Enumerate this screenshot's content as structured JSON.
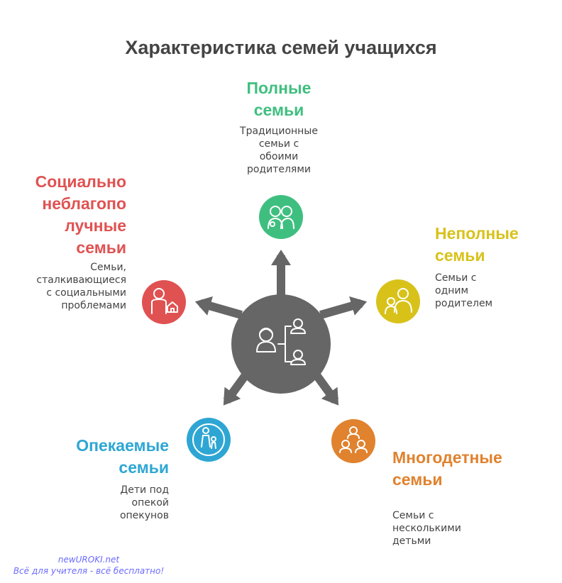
{
  "title": "Характеристика семей учащихся",
  "center": {
    "icon": "family-tree-icon"
  },
  "colors": {
    "center": "#666666",
    "full": "#3fbf7f",
    "incomplete": "#d8c21a",
    "social": "#e05252",
    "guardianship": "#2ea6d4",
    "large": "#e0822e"
  },
  "categories": {
    "full": {
      "title": [
        "Полные",
        "семьи"
      ],
      "desc": [
        "Традиционные",
        "семьи с",
        "обоими",
        "родителями"
      ],
      "icon": "couple-icon"
    },
    "incomplete": {
      "title": [
        "Неполные",
        "семьи"
      ],
      "desc": [
        "Семьи с",
        "одним",
        "родителем"
      ],
      "icon": "single-parent-icon"
    },
    "social": {
      "title": [
        "Социально",
        "неблагопо",
        "лучные",
        "семьи"
      ],
      "desc": [
        "Семьи,",
        "сталкивающиеся",
        "с социальными",
        "проблемами"
      ],
      "icon": "person-house-icon"
    },
    "guardianship": {
      "title": [
        "Опекаемые",
        "семьи"
      ],
      "desc": [
        "Дети под",
        "опекой",
        "опекунов"
      ],
      "icon": "guardian-child-icon"
    },
    "large": {
      "title": [
        "Многодетные",
        "семьи"
      ],
      "desc": [
        "Семьи с",
        "несколькими",
        "детьми"
      ],
      "icon": "many-children-icon"
    }
  },
  "watermark": [
    "newUROKI.net",
    "Всё для учителя - всё бесплатно!"
  ]
}
